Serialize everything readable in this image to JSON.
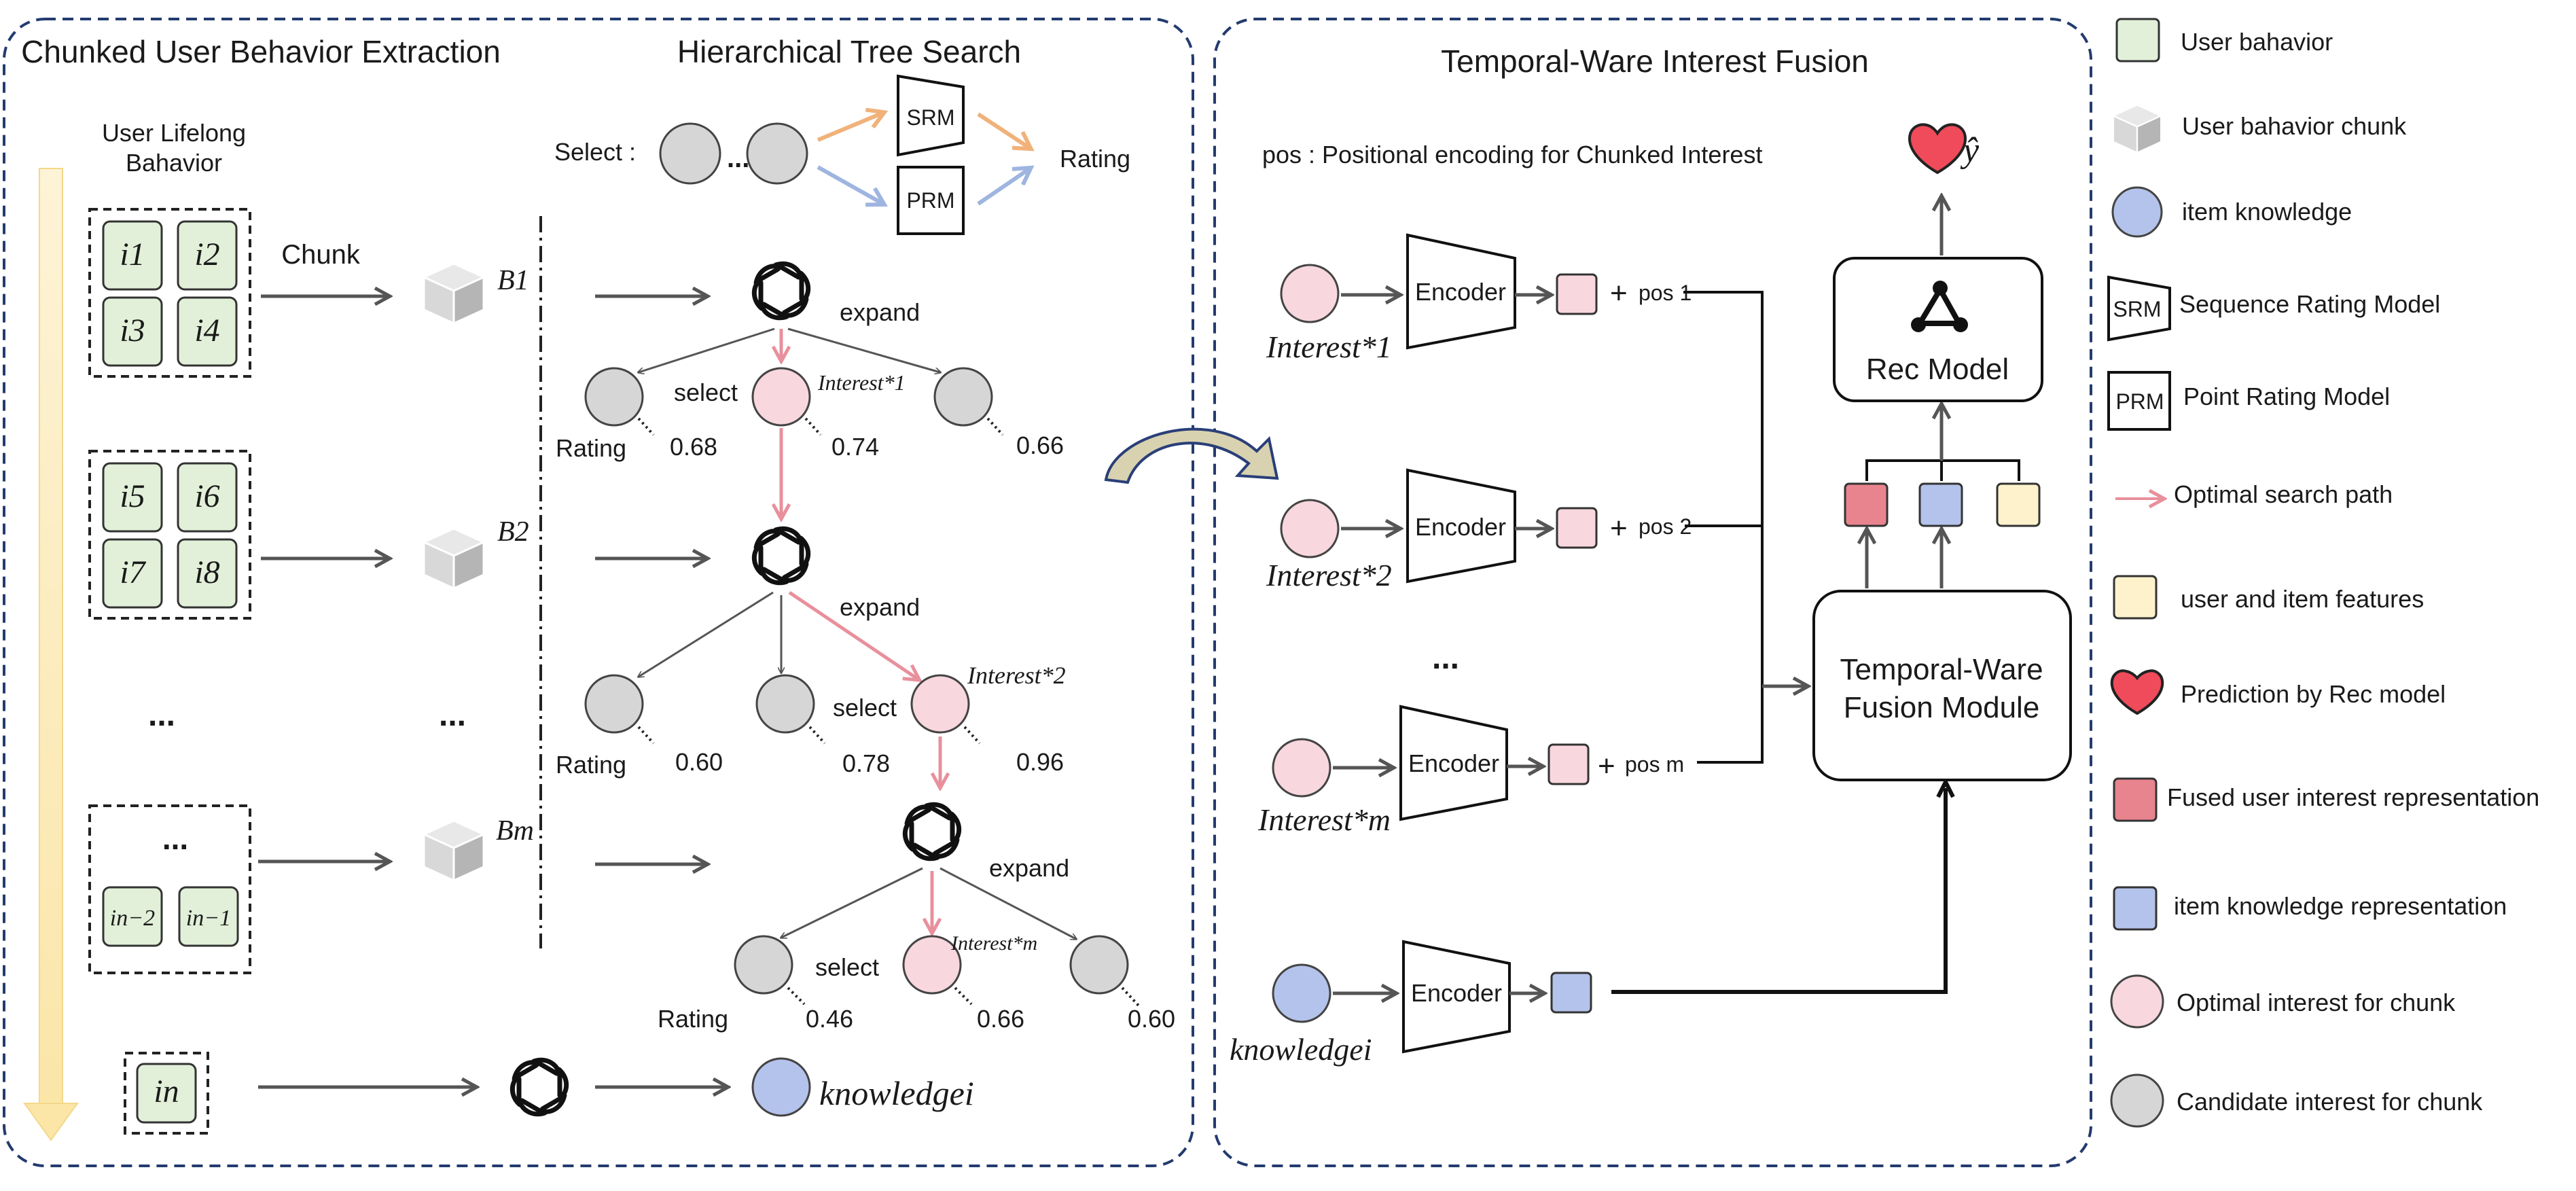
{
  "left_panel": {
    "title_chunked": "Chunked User Behavior Extraction",
    "title_tree": "Hierarchical Tree Search",
    "lifelong_line1": "User Lifelong",
    "lifelong_line2": "Bahavior",
    "chunk_label": "Chunk",
    "select_label": "Select :",
    "select_dots": "...",
    "srm": "SRM",
    "prm": "PRM",
    "rating_top": "Rating",
    "items": {
      "g1": [
        "i1",
        "i2",
        "i3",
        "i4"
      ],
      "g2": [
        "i5",
        "i6",
        "i7",
        "i8"
      ],
      "g3_dots": "...",
      "g3": [
        "in−2",
        "in−1"
      ],
      "last": "in"
    },
    "ellipsis_group": "...",
    "ellipsis_chunk": "...",
    "chunks": [
      "B1",
      "B2",
      "Bm"
    ],
    "trees": [
      {
        "expand": "expand",
        "select": "select",
        "rating": "Rating",
        "interest": "Interest*1",
        "scores": [
          "0.68",
          "0.74",
          "0.66"
        ]
      },
      {
        "expand": "expand",
        "select": "select",
        "rating": "Rating",
        "interest": "Interest*2",
        "scores": [
          "0.60",
          "0.78",
          "0.96"
        ]
      },
      {
        "expand": "expand",
        "select": "select",
        "rating": "Rating",
        "interest": "Interest*m",
        "scores": [
          "0.46",
          "0.66",
          "0.60"
        ]
      }
    ],
    "knowledge": "knowledgei"
  },
  "right_panel": {
    "title": "Temporal-Ware Interest Fusion",
    "pos_note": "pos : Positional encoding for Chunked Interest",
    "encoder": "Encoder",
    "rows": [
      {
        "label": "Interest*1",
        "pos": "pos 1"
      },
      {
        "label": "Interest*2",
        "pos": "pos 2"
      },
      {
        "label": "Interest*m",
        "pos": "pos m"
      },
      {
        "label": "knowledgei",
        "pos": ""
      }
    ],
    "plus": "+",
    "dots": "...",
    "rec_model": "Rec Model",
    "fusion_line1": "Temporal-Ware",
    "fusion_line2": "Fusion Module",
    "y_hat": "ŷ"
  },
  "legend": [
    "User bahavior",
    "User bahavior chunk",
    "item knowledge",
    "Sequence Rating Model",
    "Point Rating Model",
    "Optimal search path",
    "user and item features",
    "Prediction by Rec model",
    "Fused user interest representation",
    "item knowledge representation",
    "Optimal interest for chunk",
    "Candidate interest for chunk"
  ],
  "legend_icons": {
    "srm": "SRM",
    "prm": "PRM"
  },
  "colors": {
    "behavior_green": "#e2f0d9",
    "knowledge_blue": "#b4c3eb",
    "interest_pink": "#f8d7de",
    "candidate_grey": "#d6d6d6",
    "feature_yellow": "#fdf2cc",
    "fused_red": "#e8848e",
    "path_pink": "#e8909c",
    "heart_red": "#ef4b5a",
    "timeline_yellow": "#fdf0c8",
    "srm_arrow": "#f0b27a",
    "prm_arrow": "#9fb5e0"
  }
}
